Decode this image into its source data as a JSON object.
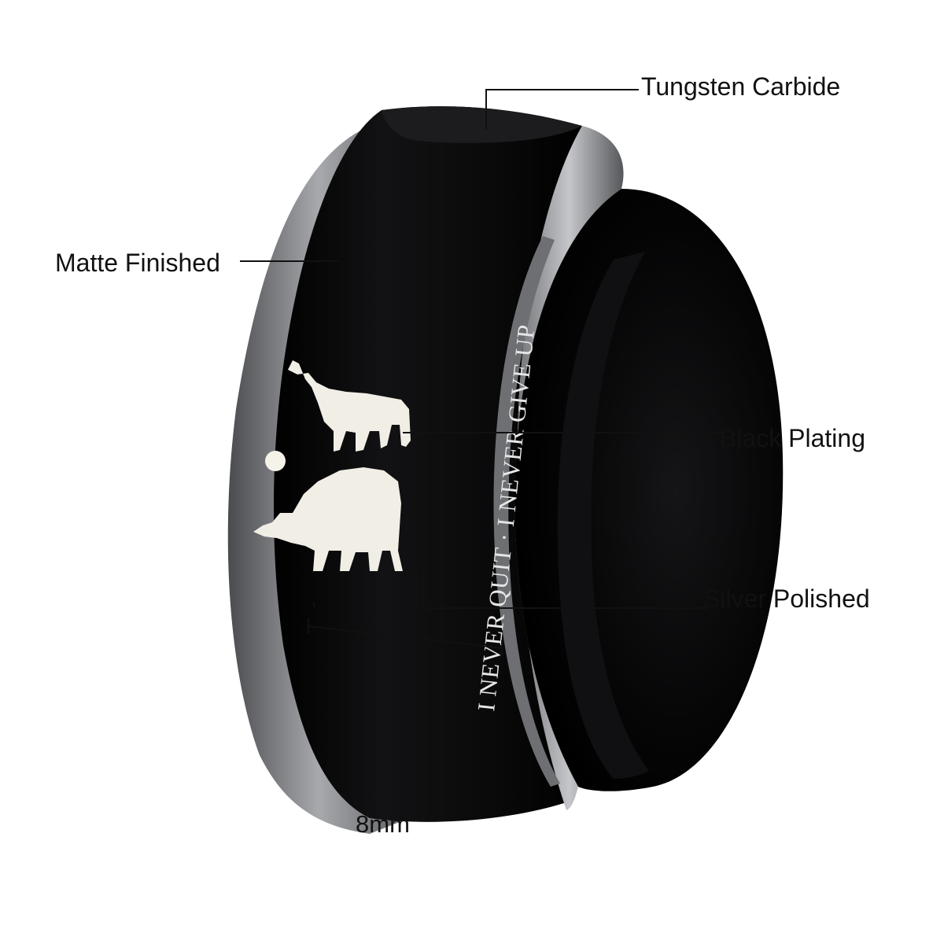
{
  "callouts": {
    "tungsten": "Tungsten Carbide",
    "matte": "Matte Finished",
    "black_plating": "Black Plating",
    "silver_polished": "Silver Polished"
  },
  "dimension": {
    "width_label": "8mm"
  },
  "engraving": {
    "text": "I NEVER QUIT · I NEVER GIVE UP"
  },
  "colors": {
    "band": "#0b0b0c",
    "bevel": "#8d8f93",
    "interior": "#050506",
    "engraving": "#e6e6e6",
    "wolf": "#f1eee6"
  },
  "icons": [
    "wolf-pair-engraving-icon",
    "moon-dot-icon"
  ]
}
